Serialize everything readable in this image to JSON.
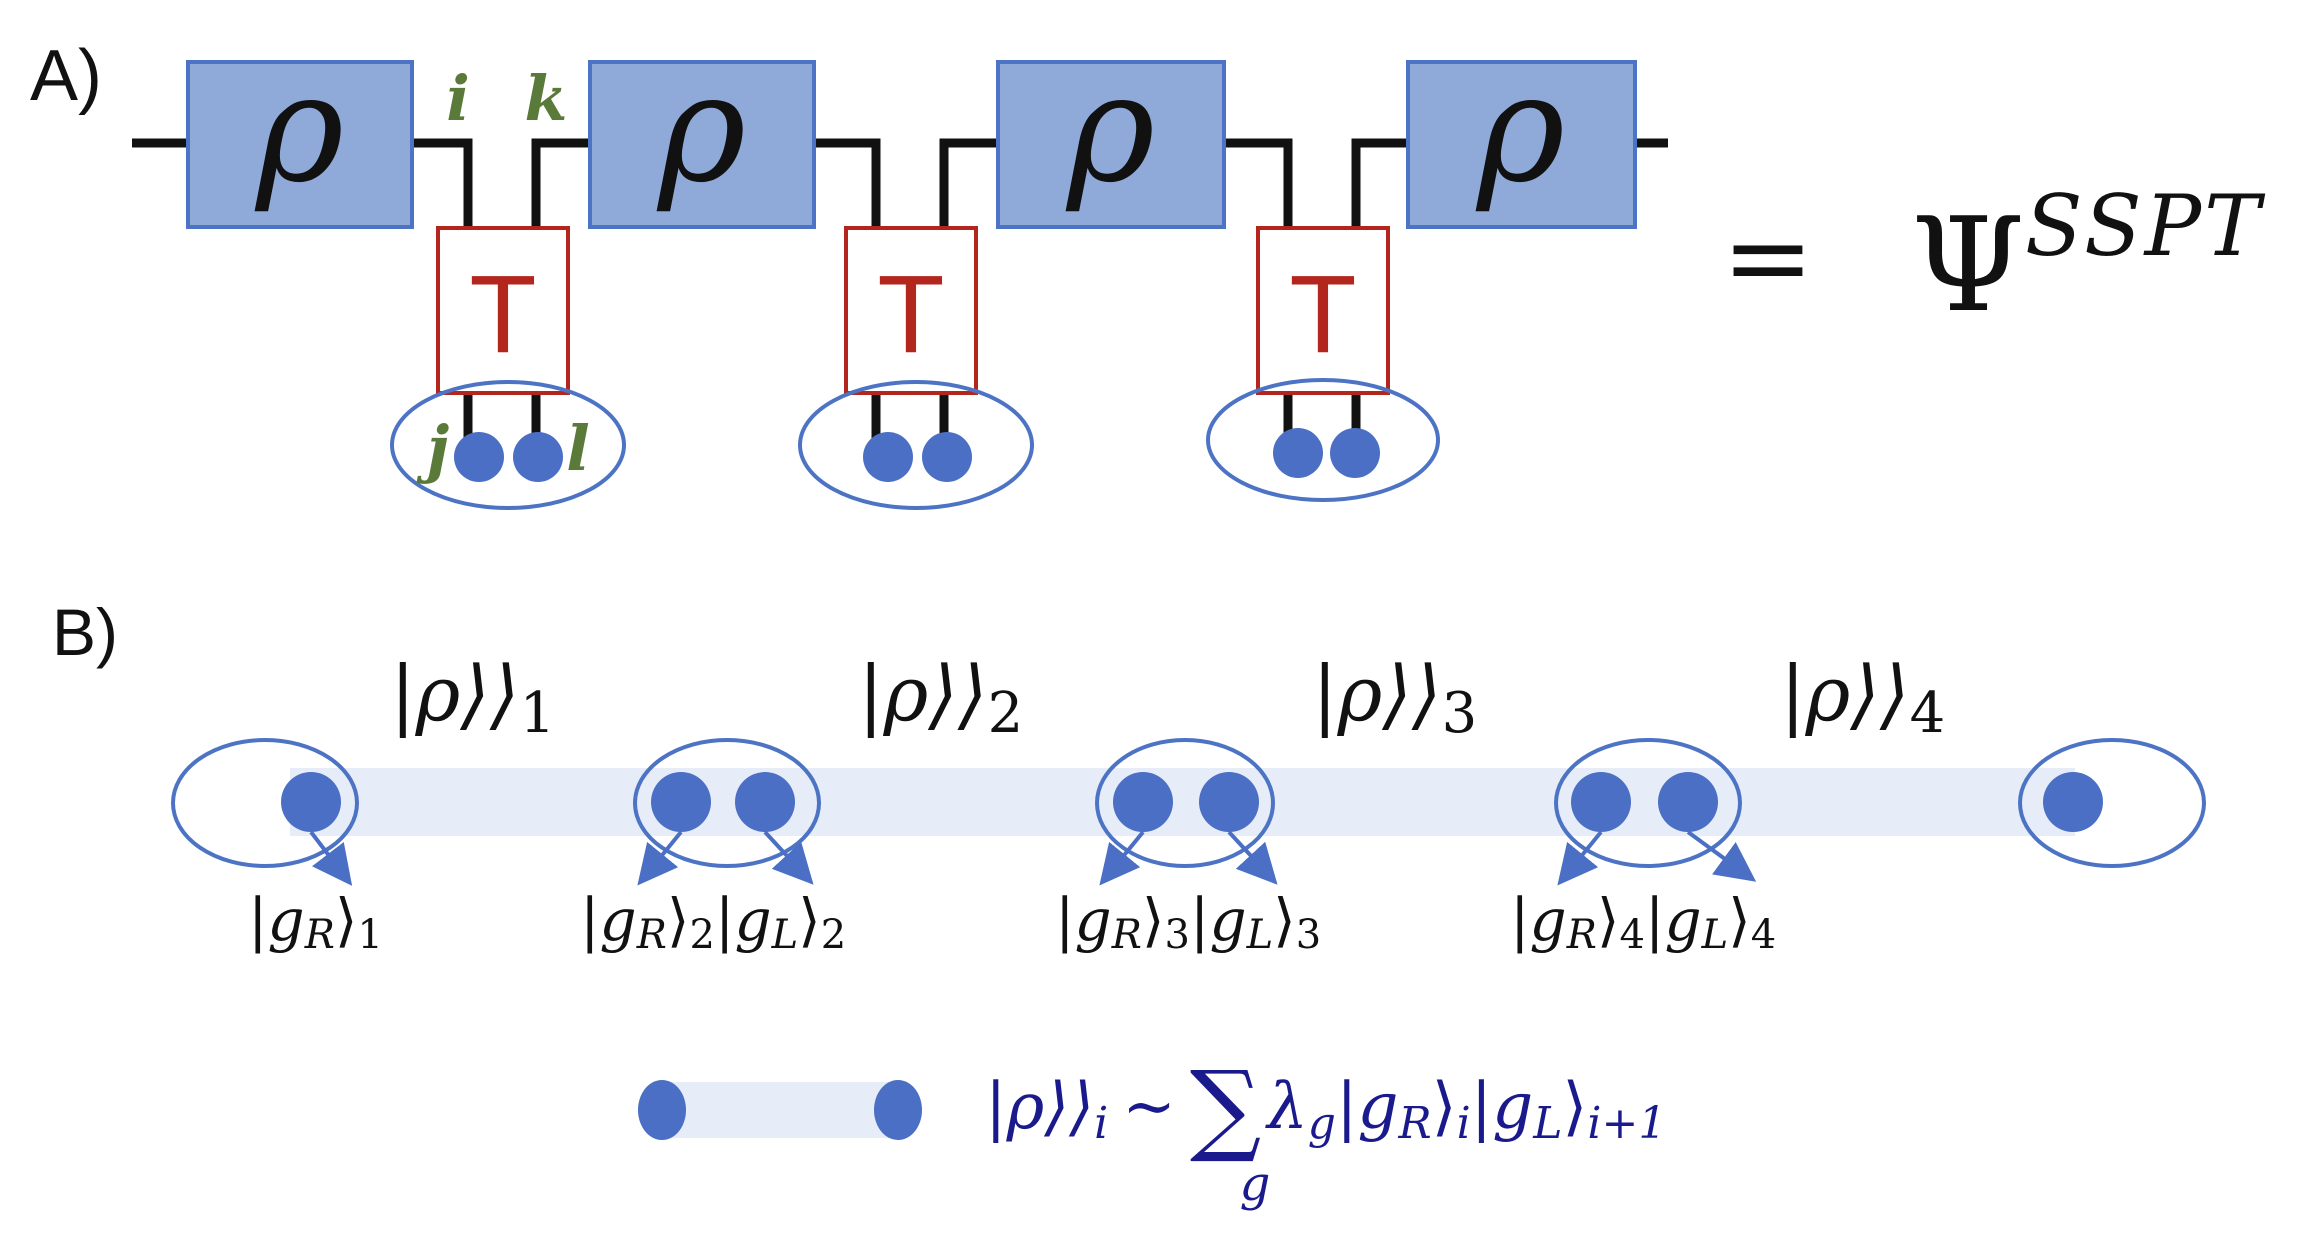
{
  "panel_a": {
    "label": "A)",
    "rho_symbol": "ρ",
    "t_symbol": "T",
    "index_i": "i",
    "index_k": "k",
    "index_j": "j",
    "index_l": "l",
    "equals": "=",
    "psi_symbol": "Ψ",
    "psi_superscript": "SSPT"
  },
  "panel_b": {
    "label": "B)",
    "rho_kets": [
      {
        "main": "|ρ⟩⟩",
        "sub": "1"
      },
      {
        "main": "|ρ⟩⟩",
        "sub": "2"
      },
      {
        "main": "|ρ⟩⟩",
        "sub": "3"
      },
      {
        "main": "|ρ⟩⟩",
        "sub": "4"
      }
    ],
    "site_kets": [
      [
        {
          "var": "g",
          "varsub": "R",
          "sub": "1"
        }
      ],
      [
        {
          "var": "g",
          "varsub": "R",
          "sub": "2"
        },
        {
          "var": "g",
          "varsub": "L",
          "sub": "2"
        }
      ],
      [
        {
          "var": "g",
          "varsub": "R",
          "sub": "3"
        },
        {
          "var": "g",
          "varsub": "L",
          "sub": "3"
        }
      ],
      [
        {
          "var": "g",
          "varsub": "R",
          "sub": "4"
        },
        {
          "var": "g",
          "varsub": "L",
          "sub": "4"
        }
      ]
    ]
  },
  "legend": {
    "lhs": "|ρ⟩⟩",
    "lhs_sub": "i",
    "sim": "∼",
    "sum": "∑",
    "sum_index": "g",
    "lambda": "λ",
    "lambda_sub": "g",
    "ket1_var": "g",
    "ket1_varsub": "R",
    "ket1_sub": "i",
    "ket2_var": "g",
    "ket2_varsub": "L",
    "ket2_sub": "i+1"
  },
  "colors": {
    "rho_fill": "#8fa9d9",
    "rho_stroke": "#4d73c4",
    "t_stroke": "#b3261e",
    "t_text": "#b3261e",
    "index_green": "#5a7a3a",
    "dot_blue": "#4a6fc4",
    "bond_light": "#e6edf8",
    "legend_text": "#1a1a8c",
    "wire": "#111111"
  }
}
